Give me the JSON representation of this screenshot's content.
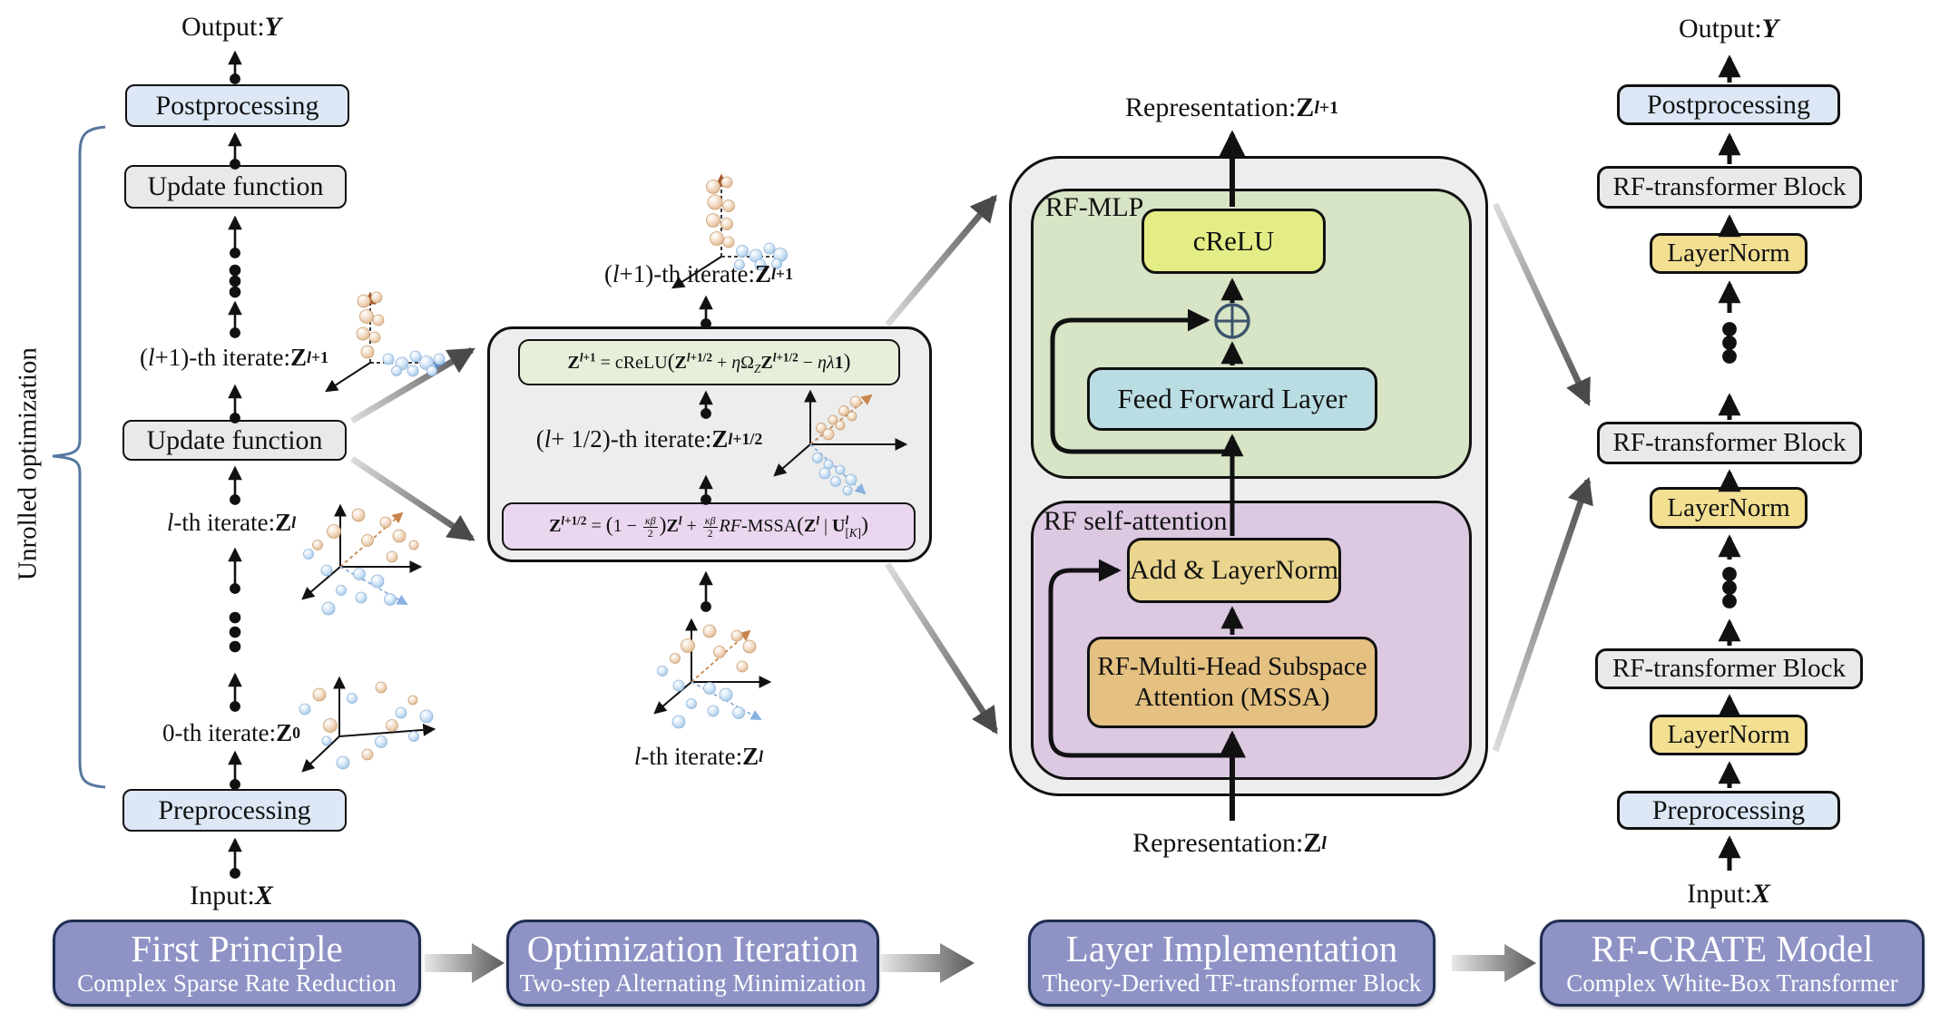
{
  "left_column": {
    "output_label": "Output: <b><i>Y</i></b>",
    "postprocessing": "Postprocessing",
    "update_function": "Update function",
    "iterate_l_plus_1": "(<i>l</i>+1)-th iterate: <b>Z</b><sup><b><i>l</i>+1</b></sup>",
    "iterate_l": "<i>l</i> -th iterate: <b>Z</b><sup><b><i>l</i></b></sup>",
    "iterate_0": "0-th iterate: <b>Z</b><sup><b>0</b></sup>",
    "preprocessing": "Preprocessing",
    "input_label": "Input: <b><i>X</i></b>",
    "brace_label": "Unrolled optimization"
  },
  "middle": {
    "iterate_l_plus_1": "(<i>l</i>+1)-th iterate: <b>Z</b><sup><b><i>l</i>+1</b></sup>",
    "equation_crelu": "<b>Z</b><sup><b><i>l</i>+1</b></sup> = cReLU<span class='bp'>(</span><b>Z</b><sup><b><i>l</i>+1/2</b></sup> + <i>η</i>Ω<sub><i>Z</i></sub><b>Z</b><sup><b><i>l</i>+1/2</b></sup> − <i>ηλ</i><b>1</b><span class='bp'>)</span>",
    "iterate_l_half": "(<i>l</i> + 1/2)-th iterate: <b>Z</b><sup><b><i>l</i>+1/2</b></sup>",
    "equation_mssa": "<b>Z</b><sup><b><i>l</i>+1/2</b></sup> = <span class='bp'>(</span>1 − <span class='frac'><span><i>κβ</i></span><span>2</span></span><span class='bp'>)</span><b>Z</b><sup><b><i>l</i></b></sup> + <span class='frac'><span><i>κβ</i></span><span>2</span></span><i>RF</i>-MSSA<span class='bp'>(</span><b>Z</b><sup><b><i>l</i></b></sup> | <b>U</b><span class='supsub'><sup><b><i>l</i></b></sup><sub>[<i>K</i>]</sub></span><span class='bp'>)</span>",
    "iterate_l": "<i>l</i> -th iterate: <b>Z</b><sup><b><i>l</i></b></sup>"
  },
  "layer_block": {
    "representation_out": "Representation: <b>Z</b><sup><b><i>l</i>+1</b></sup>",
    "rf_mlp": "RF-MLP",
    "crelu": "cReLU",
    "feed_forward": "Feed Forward Layer",
    "rf_self_attention": "RF self-attention",
    "add_layernorm": "Add &amp; LayerNorm",
    "mssa_line1": "RF-Multi-Head Subspace",
    "mssa_line2": "Attention (MSSA)",
    "representation_in": "Representation: <b>Z</b><sup><b><i>l</i></b></sup>"
  },
  "right_column": {
    "output_label": "Output: <b><i>Y</i></b>",
    "postprocessing": "Postprocessing",
    "rf_transformer_block": "RF-transformer Block",
    "layernorm": "LayerNorm",
    "preprocessing": "Preprocessing",
    "input_label": "Input: <b><i>X</i></b>"
  },
  "banners": [
    {
      "title": "First Principle",
      "subtitle": "Complex Sparse Rate Reduction"
    },
    {
      "title": "Optimization Iteration",
      "subtitle": "Two-step Alternating Minimization"
    },
    {
      "title": "Layer Implementation",
      "subtitle": "Theory-Derived TF-transformer Block"
    },
    {
      "title": "RF-CRATE Model",
      "subtitle": "Complex White-Box Transformer"
    }
  ],
  "colors": {
    "box_blue": "#dde7f5",
    "box_gray": "#e9e9e9",
    "panel_outer_gray": "#ededed",
    "panel_green": "#d7e4c5",
    "panel_purple": "#ddc8e2",
    "crelu_yellow": "#e4ed85",
    "ffl_teal": "#badde3",
    "addln_tan": "#ead58f",
    "mssa_tan": "#e4c081",
    "layernorm_yellow": "#f2df92",
    "eq_green": "#e7efdb",
    "eq_purple": "#ead6ee",
    "banner_purple": "#8e92c5",
    "banner_border": "#1f2d52",
    "brace_blue": "#56779e"
  }
}
